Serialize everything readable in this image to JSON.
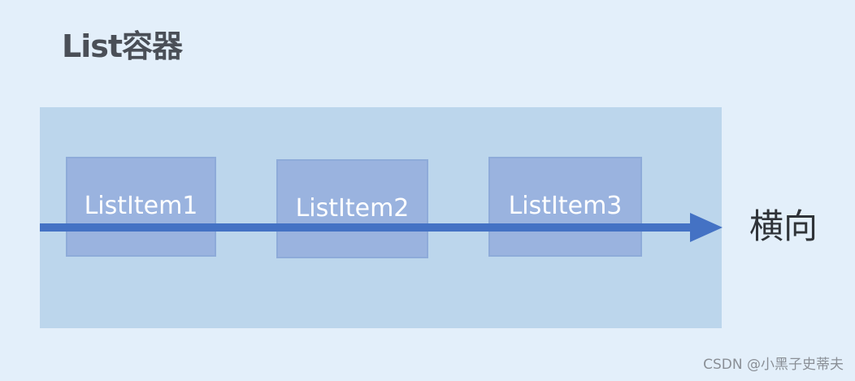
{
  "title": "List容器",
  "items": [
    {
      "label": "ListItem1"
    },
    {
      "label": "ListItem2"
    },
    {
      "label": "ListItem3"
    }
  ],
  "direction_label": "横向",
  "watermark": "CSDN @小黑子史蒂夫",
  "colors": {
    "background": "#e3effa",
    "container": "#bcd6ec",
    "item": "#9ab3df",
    "arrow": "#4472c4"
  }
}
